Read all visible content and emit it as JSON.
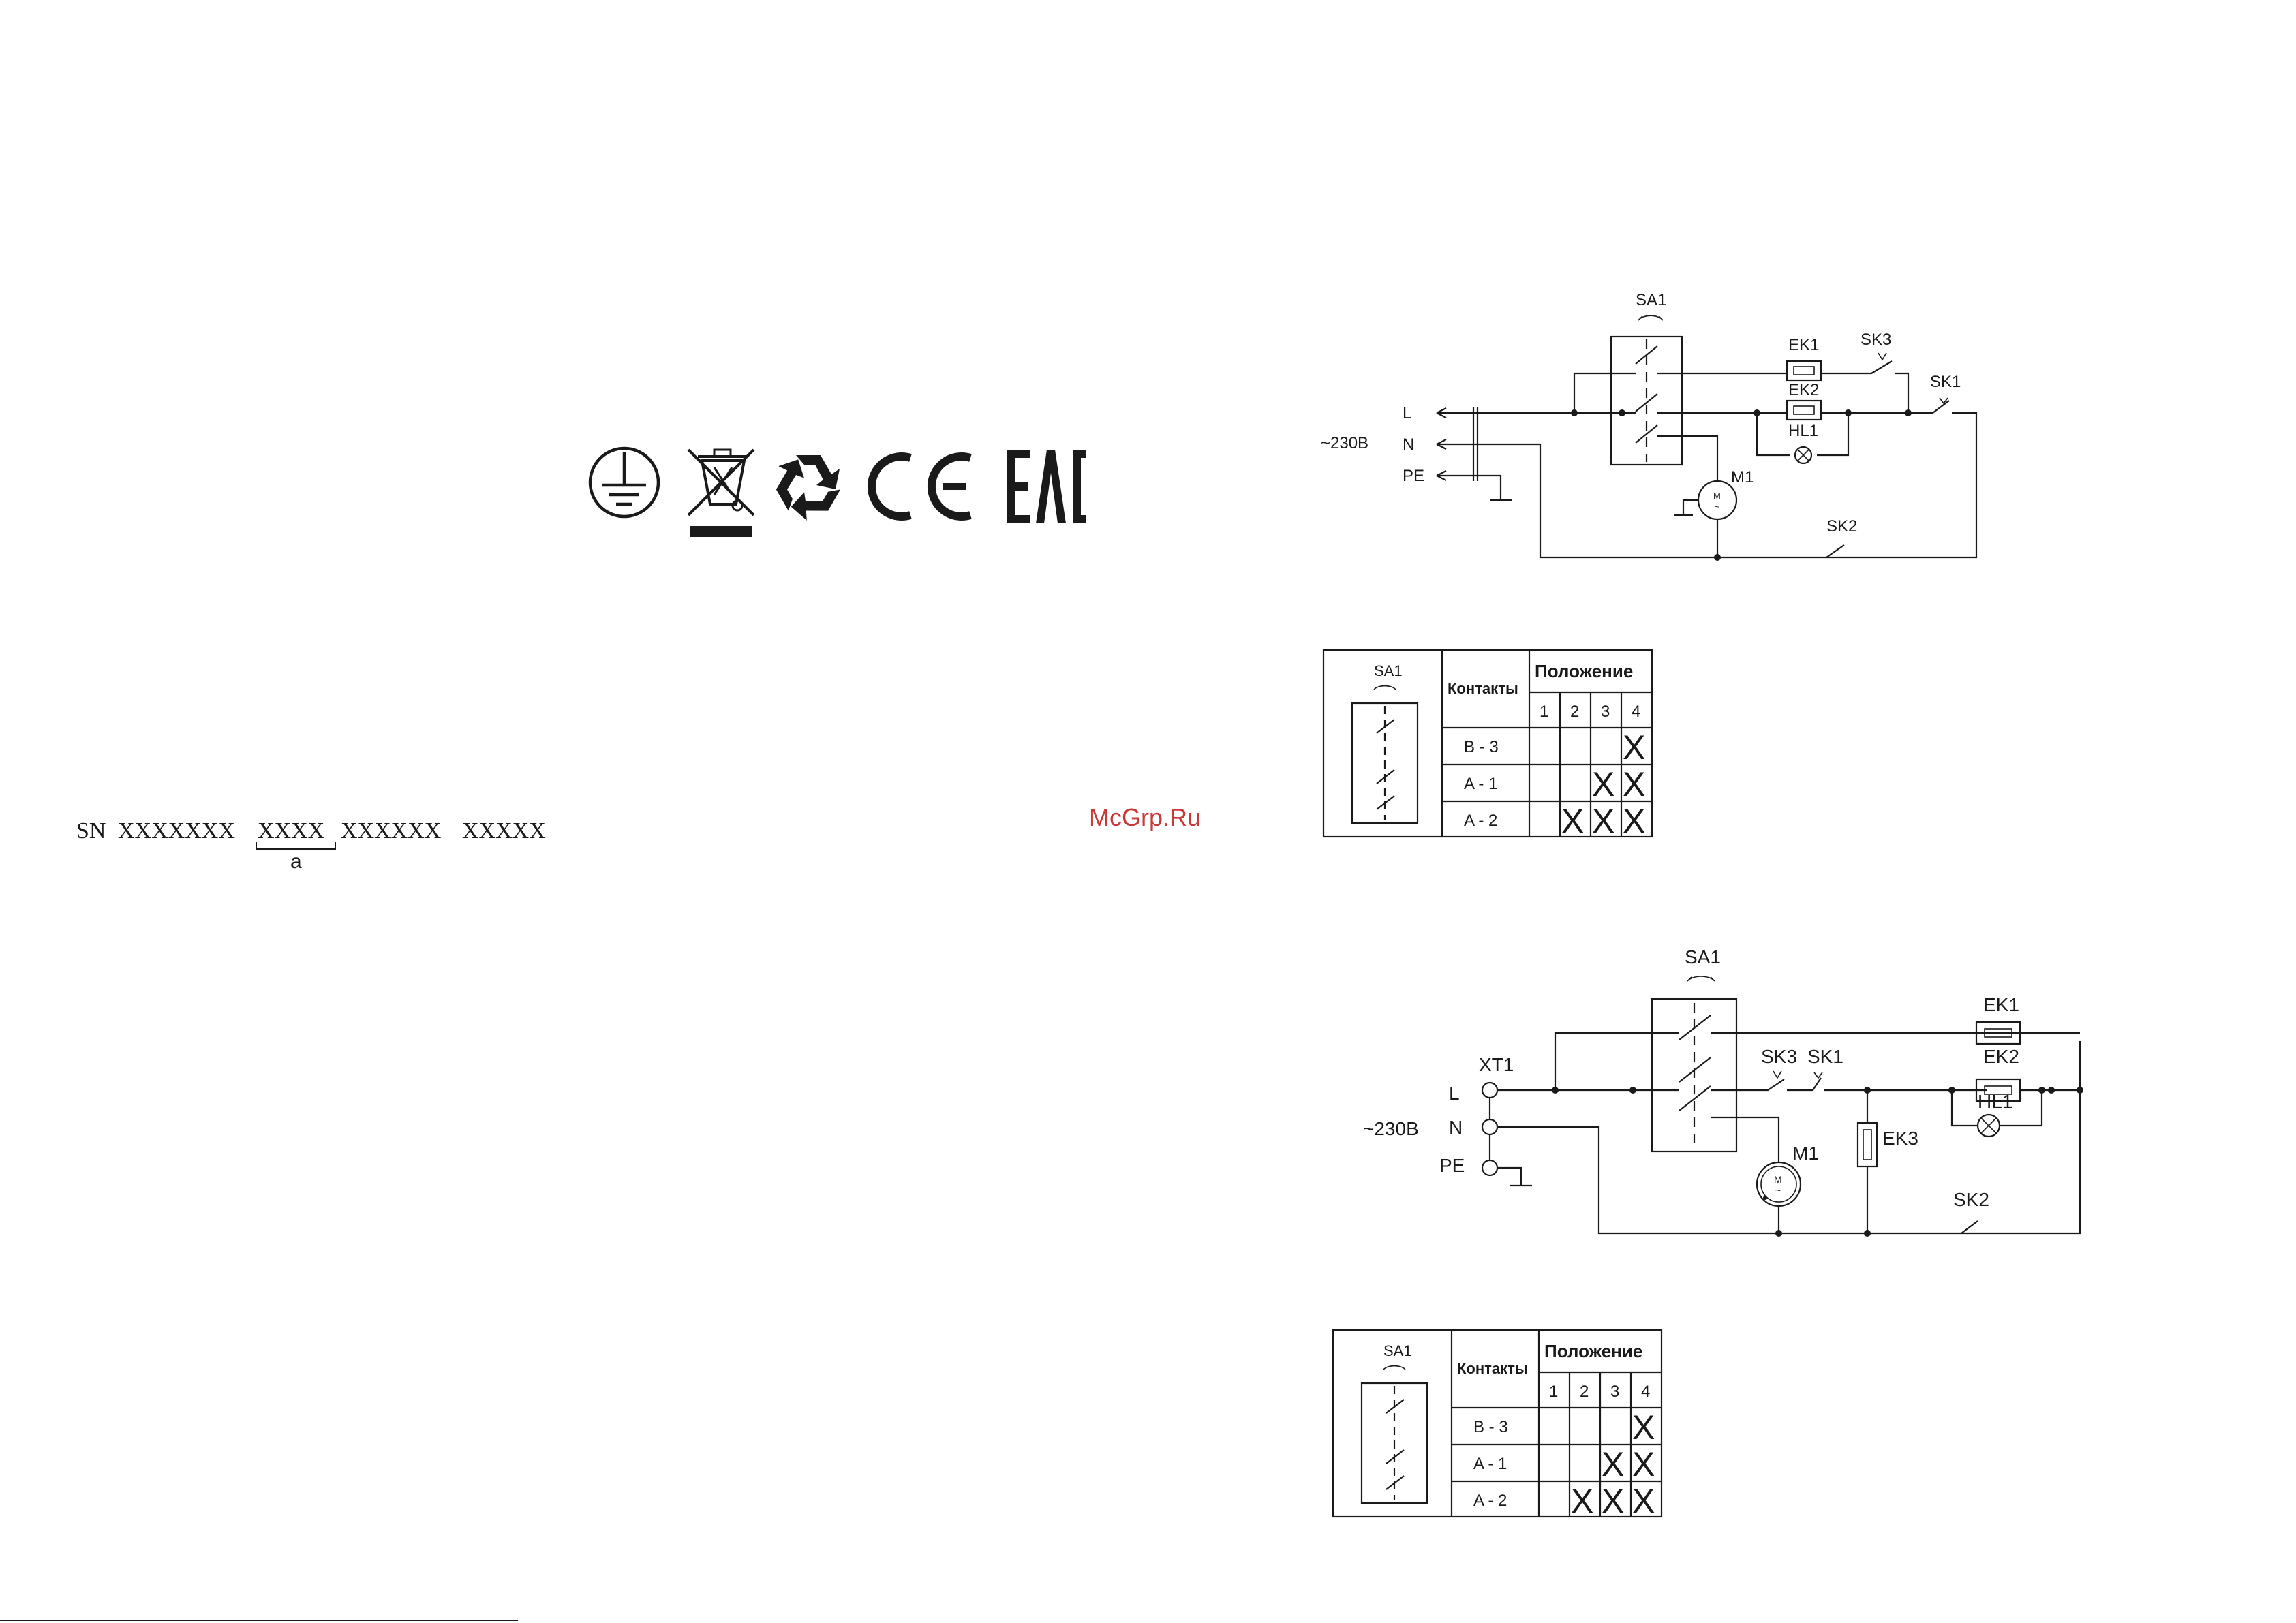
{
  "serial": {
    "prefix": "SN",
    "groups": [
      "XXXXXXX",
      "XXXX",
      "XXXXXX",
      "XXXXX"
    ],
    "bracket_label": "a"
  },
  "watermark": "McGrp.Ru",
  "certification_icons": [
    "protective-earth-icon",
    "weee-bin-icon",
    "recycle-icon",
    "ce-mark-icon",
    "eac-mark-icon"
  ],
  "logos": {
    "ce": "CE",
    "eac": "EAC"
  },
  "schematic1": {
    "supply": "~230В",
    "terminals": [
      "L",
      "N",
      "PE"
    ],
    "switch": "SA1",
    "components": {
      "ek1": "EK1",
      "ek2": "EK2",
      "hl1": "HL1",
      "sk1": "SK1",
      "sk2": "SK2",
      "sk3": "SK3",
      "m1": "M1"
    }
  },
  "table1": {
    "switch": "SA1",
    "contacts_header": "Контакты",
    "position_header": "Положение",
    "positions": [
      "1",
      "2",
      "3",
      "4"
    ],
    "rows": [
      {
        "contact": "B - 3",
        "marks": [
          "",
          "",
          "",
          "X"
        ]
      },
      {
        "contact": "A - 1",
        "marks": [
          "",
          "",
          "X",
          "X"
        ]
      },
      {
        "contact": "A - 2",
        "marks": [
          "",
          "X",
          "X",
          "X"
        ]
      }
    ]
  },
  "schematic2": {
    "supply": "~230В",
    "terminal_block": "XT1",
    "terminals": [
      "L",
      "N",
      "PE"
    ],
    "switch": "SA1",
    "components": {
      "ek1": "EK1",
      "ek2": "EK2",
      "ek3": "EK3",
      "hl1": "HL1",
      "sk1": "SK1",
      "sk2": "SK2",
      "sk3": "SK3",
      "m1": "M1"
    }
  },
  "table2": {
    "switch": "SA1",
    "contacts_header": "Контакты",
    "position_header": "Положение",
    "positions": [
      "1",
      "2",
      "3",
      "4"
    ],
    "rows": [
      {
        "contact": "B - 3",
        "marks": [
          "",
          "",
          "",
          "X"
        ]
      },
      {
        "contact": "A - 1",
        "marks": [
          "",
          "",
          "X",
          "X"
        ]
      },
      {
        "contact": "A - 2",
        "marks": [
          "",
          "X",
          "X",
          "X"
        ]
      }
    ]
  }
}
